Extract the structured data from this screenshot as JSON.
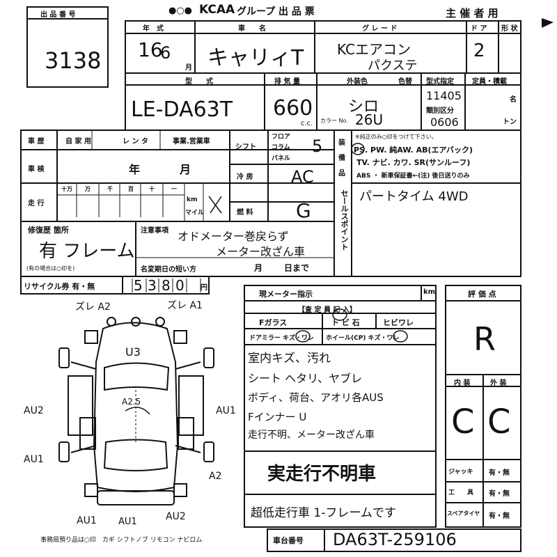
{
  "header": {
    "lot_label": "出 品 番 号",
    "lot_number": "3138",
    "logo": "KCAA",
    "title": "グループ 出 品 票",
    "organizer": "主 催 者 用"
  },
  "vehicle": {
    "year_label": "年　式",
    "year_value": "16",
    "month_value": "6",
    "year_unit": "月",
    "name_label": "車　　名",
    "name_value": "キャリィT",
    "grade_label": "グ レ ー ド",
    "grade_value_1": "KCエアコン",
    "grade_value_2": "パクステ",
    "doors_label": "ド ア",
    "doors_value": "2",
    "body_label": "形 状",
    "model_label": "型　　式",
    "model_value": "LE-DA63T",
    "cc_label": "排 気 量",
    "cc_value": "660",
    "cc_unit": "c.c.",
    "ext_color_label": "外装色",
    "color_tone_label": "色替",
    "ext_color_value": "シロ",
    "color_no_label": "カラー No.",
    "color_no_value": "26U",
    "type_designation_label": "型式指定",
    "type_designation_value": "11405",
    "class_label": "類別区分",
    "class_value": "0606",
    "capacity_label": "定員・積載",
    "capacity_unit_1": "名",
    "capacity_unit_2": "トン"
  },
  "history": {
    "label": "車 歴",
    "options": [
      "自 家 用",
      "レ ン タ",
      "事業.営業車"
    ],
    "shaken_label": "車 検",
    "shaken_year": "年",
    "shaken_month": "月",
    "mileage_label": "走 行",
    "mileage_units": [
      "十万",
      "万",
      "千",
      "百",
      "十",
      "一"
    ],
    "km_label": "km",
    "mile_label": "マイル",
    "shift_label": "シフト",
    "shift_options": [
      "フロア",
      "コラム",
      "パネル"
    ],
    "shift_value": "5",
    "ac_label": "冷 房",
    "ac_value": "AC",
    "fuel_label": "燃 料",
    "fuel_value": "G"
  },
  "equipment": {
    "label_chars": [
      "装",
      "備",
      "品"
    ],
    "note": "※純正のみ○印をつけて下さい。",
    "line1": "PS. PW. 純AW. AB(エアバック)",
    "line2": "TV. ナビ. カワ. SR(サンルーフ)",
    "line3": "ABS ・ 新車保証書←(注) 後日送りのみ"
  },
  "sales_point": {
    "label": "セールスポイント",
    "value": "パートタイム 4WD"
  },
  "repair": {
    "label": "修復歴 箇所",
    "value": "有 フレーム",
    "note": "(有の場合は○印を)"
  },
  "notes": {
    "label": "注意事項",
    "line1": "オドメーター巻戻らず",
    "line2": "メーター改ざん車",
    "deadline_label": "名変期日の短い方",
    "deadline_month": "月",
    "deadline_day": "日まで"
  },
  "recycle": {
    "label": "リサイクル券 有・無",
    "digits": [
      "5",
      "3",
      "8",
      "0"
    ],
    "unit": "円"
  },
  "diagram": {
    "marks": [
      "ズレ A2",
      "ズレ A1",
      "U3",
      "A2.5",
      "AU2",
      "AU1",
      "AU1",
      "A2",
      "AU1",
      "AU1",
      "AU2"
    ]
  },
  "inspector": {
    "meter_label": "現メーター指示",
    "meter_unit": "km",
    "section_label": "【査 定 員 記 入】",
    "glass_label": "Fガラス",
    "glass_opts": [
      "ト ビ 石",
      "ヒビワレ"
    ],
    "mirror_label": "ドアミラー キズ・ワレ",
    "wheel_label": "ホイール(CP) キズ・ワレ",
    "lines": [
      "室内キズ、汚れ",
      "シート ヘタリ、ヤブレ",
      "ボディ、荷台、アオリ各AUS",
      "Fインナー U",
      "走行不明、メーター改ざん車"
    ],
    "stamp": "実走行不明車",
    "footer_line": "超低走行車 1-フレームです"
  },
  "rating": {
    "label": "評 価 点",
    "value": "R",
    "interior_label": "内 装",
    "exterior_label": "外 装",
    "interior_value": "C",
    "exterior_value": "C",
    "jack_label": "ジャッキ",
    "tools_label": "工　　具",
    "spare_label": "スペアタイヤ",
    "yes_no": "有・無"
  },
  "bottom": {
    "office_note": "事務局預り品は○印　カギ シフトノブ リモコン ナビロム",
    "chassis_label": "車台番号",
    "chassis_value": "DA63T-259106"
  }
}
